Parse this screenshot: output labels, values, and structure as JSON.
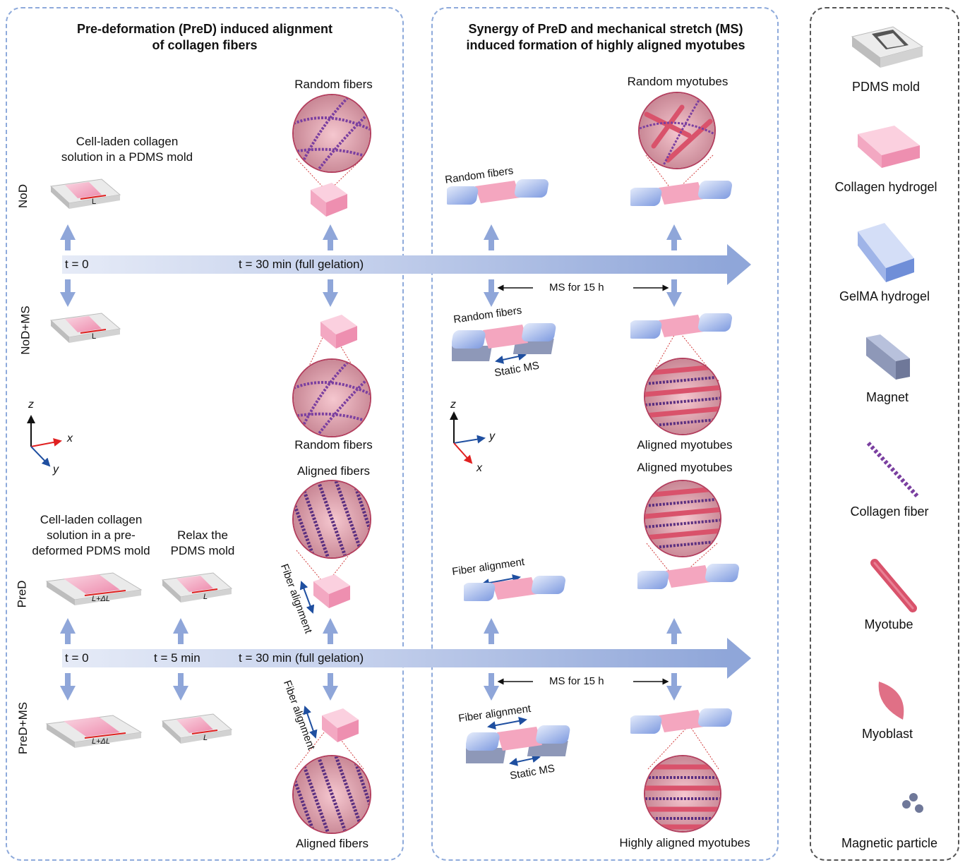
{
  "panels": {
    "left": {
      "title_line1": "Pre-deformation (PreD) induced alignment",
      "title_line2": "of collagen fibers",
      "top_section": {
        "mold_caption_line1": "Cell-laden collagen",
        "mold_caption_line2": "solution in a PDMS mold",
        "random_fibers_top": "Random fibers",
        "random_fibers_bottom": "Random fibers",
        "mold_length_label": "L",
        "timeline": {
          "t0": "t = 0",
          "t30": "t = 30 min (full gelation)"
        },
        "row_labels": {
          "nod": "NoD",
          "nod_ms": "NoD+MS"
        }
      },
      "axes": {
        "z": "z",
        "x": "x",
        "y": "y"
      },
      "bottom_section": {
        "mold_caption_line1": "Cell-laden collagen",
        "mold_caption_line2": "solution in a pre-",
        "mold_caption_line3": "deformed PDMS mold",
        "relax_caption_line1": "Relax the",
        "relax_caption_line2": "PDMS mold",
        "aligned_fibers_top": "Aligned fibers",
        "aligned_fibers_bottom": "Aligned fibers",
        "fiber_alignment_label": "Fiber alignment",
        "length_pre": "L+ΔL",
        "length_relaxed": "L",
        "timeline": {
          "t0": "t = 0",
          "t5": "t = 5 min",
          "t30": "t = 30 min (full gelation)"
        },
        "row_labels": {
          "pred": "PreD",
          "pred_ms": "PreD+MS"
        }
      }
    },
    "middle": {
      "title_line1": "Synergy of PreD and mechanical stretch (MS)",
      "title_line2": "induced formation of highly aligned myotubes",
      "top_section": {
        "random_myotubes": "Random myotubes",
        "random_fibers_nod": "Random fibers",
        "random_fibers_nod_ms": "Random fibers",
        "static_ms": "Static MS",
        "ms_duration": "MS for 15 h",
        "aligned_myotubes_bottom": "Aligned myotubes"
      },
      "axes": {
        "z": "z",
        "x": "x",
        "y": "y"
      },
      "bottom_section": {
        "aligned_myotubes_top": "Aligned myotubes",
        "fiber_alignment_pred": "Fiber alignment",
        "fiber_alignment_pred_ms": "Fiber alignment",
        "static_ms": "Static MS",
        "ms_duration": "MS for 15 h",
        "highly_aligned": "Highly aligned myotubes"
      }
    },
    "legend": {
      "items": [
        {
          "label": "PDMS mold",
          "icon": "pdms-mold-icon"
        },
        {
          "label": "Collagen hydrogel",
          "icon": "collagen-hydrogel-icon"
        },
        {
          "label": "GelMA hydrogel",
          "icon": "gelma-hydrogel-icon"
        },
        {
          "label": "Magnet",
          "icon": "magnet-icon"
        },
        {
          "label": "Collagen fiber",
          "icon": "collagen-fiber-icon"
        },
        {
          "label": "Myotube",
          "icon": "myotube-icon"
        },
        {
          "label": "Myoblast",
          "icon": "myoblast-icon"
        },
        {
          "label": "Magnetic particle",
          "icon": "magnetic-particle-icon"
        }
      ]
    }
  },
  "colors": {
    "panel_border": "#8eaadb",
    "legend_border": "#555555",
    "arrow_blue": "#8fa6d9",
    "collagen_pink": "#f08fb0",
    "gelma_blue": "#9fb4e8",
    "axis_red": "#e02020",
    "axis_blue": "#1f4fa0",
    "fiber_purple": "#7a3fa0",
    "myotube_red": "#d9526b",
    "magnet_grey": "#8e98b8"
  }
}
